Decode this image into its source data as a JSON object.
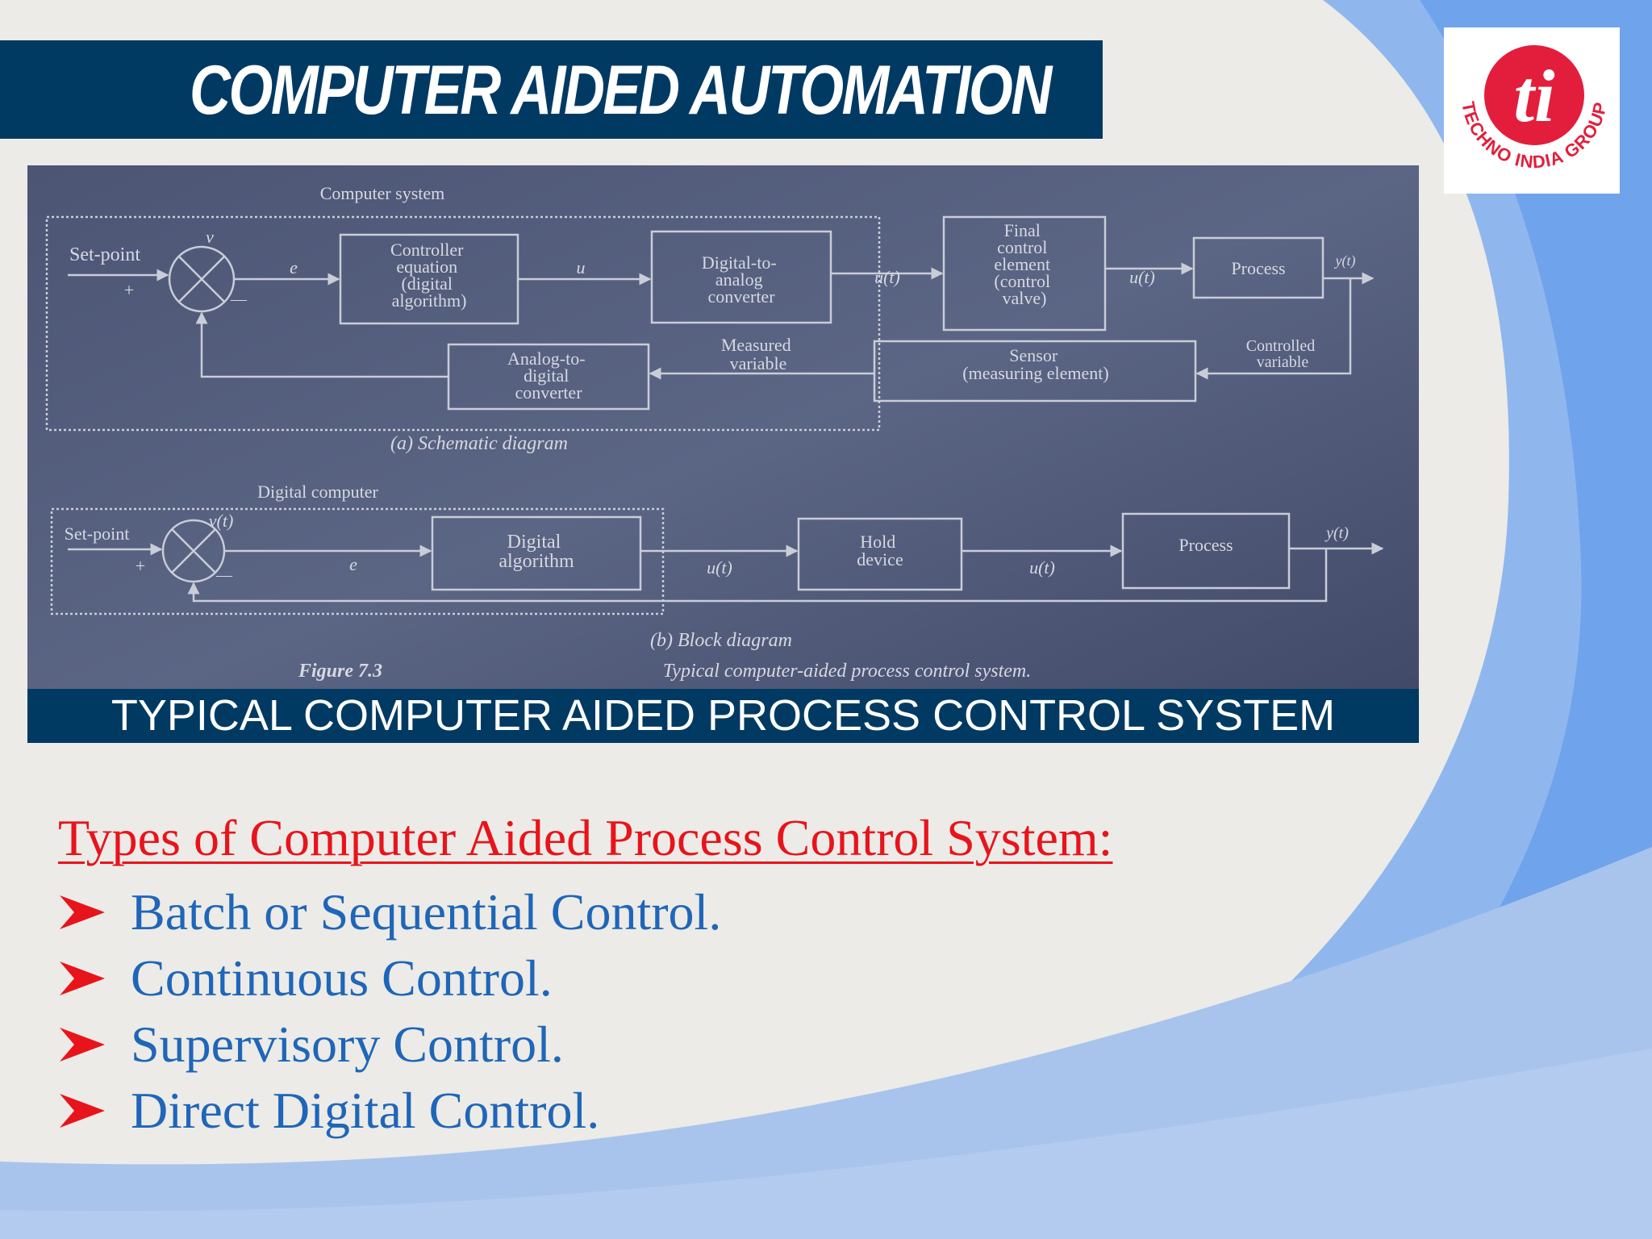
{
  "header": {
    "title": "COMPUTER AIDED AUTOMATION",
    "logo_text": "TECHNO INDIA GROUP",
    "logo_mark": "ti"
  },
  "figure": {
    "schematic": {
      "group_label": "Computer system",
      "setpoint": "Set-point",
      "v": "v",
      "e": "e",
      "u": "u",
      "ut": "u(t)",
      "yt": "y(t)",
      "plus": "+",
      "minus": "—",
      "controller": [
        "Controller",
        "equation",
        "(digital",
        "algorithm)"
      ],
      "dac": [
        "Digital-to-",
        "analog",
        "converter"
      ],
      "final": [
        "Final",
        "control",
        "element",
        "(control",
        "valve)"
      ],
      "process": "Process",
      "adc": [
        "Analog-to-",
        "digital",
        "converter"
      ],
      "measured": [
        "Measured",
        "variable"
      ],
      "sensor": [
        "Sensor",
        "(measuring element)"
      ],
      "controlled": [
        "Controlled",
        "variable"
      ],
      "subcaption": "(a) Schematic diagram"
    },
    "block": {
      "group_label": "Digital computer",
      "setpoint": "Set-point",
      "vt": "v(t)",
      "e": "e",
      "ut": "u(t)",
      "yt": "y(t)",
      "plus": "+",
      "minus": "—",
      "digital": [
        "Digital",
        "algorithm"
      ],
      "hold": [
        "Hold",
        "device"
      ],
      "process": "Process",
      "subcaption": "(b) Block diagram"
    },
    "figure_number": "Figure 7.3",
    "figure_caption": "Typical computer-aided process control system."
  },
  "caption": "TYPICAL COMPUTER AIDED PROCESS CONTROL SYSTEM",
  "types": {
    "heading": "Types of Computer Aided Process Control System:",
    "items": [
      "Batch or Sequential Control.",
      "Continuous Control.",
      "Supervisory Control.",
      "Direct Digital Control."
    ]
  },
  "colors": {
    "title_bar": "#003A63",
    "heading_red": "#E8141B",
    "list_blue": "#1F66B8",
    "logo_red": "#E31E3C",
    "figure_bg": "#4A5272"
  }
}
